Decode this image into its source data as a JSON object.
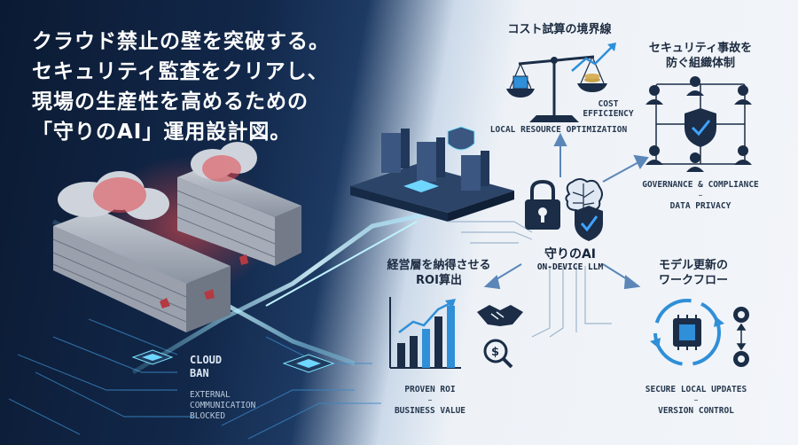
{
  "headline": {
    "line1": "クラウド禁止の壁を突破する。",
    "line2": "セキュリティ監査をクリアし、",
    "line3": "現場の生産性を高めるための",
    "line4": "「守りのAI」運用設計図。"
  },
  "left": {
    "cloud_ban_1": "CLOUD",
    "cloud_ban_2": "BAN",
    "external_1": "EXTERNAL",
    "external_2": "COMMUNICATION",
    "external_3": "BLOCKED"
  },
  "center": {
    "title": "守りのAI",
    "subtitle": "ON-DEVICE LLM"
  },
  "cost": {
    "title": "コスト試算の境界線",
    "tag1": "COST",
    "tag2": "EFFICIENCY",
    "caption": "LOCAL RESOURCE OPTIMIZATION"
  },
  "security": {
    "title1": "セキュリティ事故を",
    "title2": "防ぐ組織体制",
    "caption1": "GOVERNANCE & COMPLIANCE",
    "dash": "–",
    "caption2": "DATA PRIVACY"
  },
  "roi": {
    "title1": "経営層を納得させる",
    "title2": "ROI算出",
    "caption1": "PROVEN ROI",
    "dash": "–",
    "caption2": "BUSINESS VALUE"
  },
  "update": {
    "title1": "モデル更新の",
    "title2": "ワークフロー",
    "caption1": "SECURE LOCAL UPDATES",
    "dash": "–",
    "caption2": "VERSION CONTROL"
  },
  "colors": {
    "dark_navy": "#0b1a33",
    "accent_blue": "#2f8fd8",
    "glow_cyan": "#7fe3ff",
    "wall_red": "#e2454a",
    "icon_dark": "#1b2d47"
  }
}
